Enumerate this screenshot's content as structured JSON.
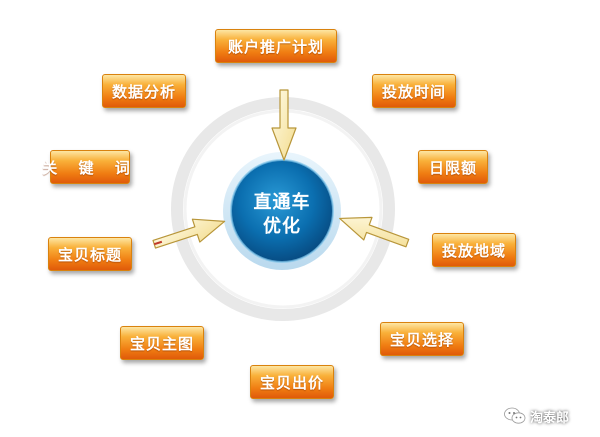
{
  "center": {
    "line1": "直通车",
    "line2": "优化"
  },
  "spokes": {
    "account_plan": "账户推广计划",
    "data_analysis": "数据分析",
    "delivery_time": "投放时间",
    "keywords": "关 键 词",
    "daily_limit": "日限额",
    "item_title": "宝贝标题",
    "delivery_region": "投放地域",
    "main_image": "宝贝主图",
    "item_selection": "宝贝选择",
    "item_bid": "宝贝出价"
  },
  "watermark": {
    "text": "淘泰郎",
    "icon": "wechat-icon"
  },
  "colors": {
    "spoke_top": "#fde6a3",
    "spoke_mid": "#f9b13a",
    "spoke_bottom": "#e05a0a",
    "center_blue": "#0b6fb0",
    "ring_gray": "#e3e3e3",
    "arrow_fill": "#fbf0c0",
    "arrow_stroke": "#c0a04a"
  }
}
